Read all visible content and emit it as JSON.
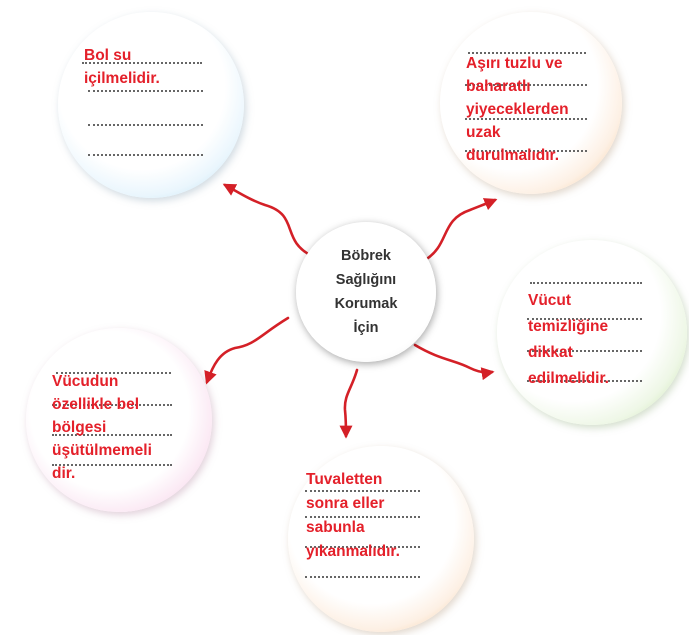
{
  "center": {
    "lines": [
      "Böbrek",
      "Sağlığını",
      "Korumak",
      "İçin"
    ]
  },
  "nodes": {
    "top_left": {
      "lines": [
        "Bol su",
        "içilmelidir."
      ]
    },
    "top_right": {
      "lines": [
        "Aşırı tuzlu ve",
        "baharatlı",
        "yiyeceklerden",
        "uzak",
        "durulmalıdır."
      ]
    },
    "right": {
      "lines": [
        "Vücut",
        "temizliğine",
        "dikkat",
        "edilmelidir."
      ]
    },
    "bottom_left": {
      "lines": [
        "Vücudun",
        "özellikle bel",
        "bölgesi",
        "üşütülmemeli",
        "dir."
      ]
    },
    "bottom": {
      "lines": [
        "Tuvaletten",
        "sonra eller",
        "sabunla",
        "yıkanmalıdır."
      ]
    }
  },
  "colors": {
    "answer_text": "#e4202a",
    "arrow": "#d42027",
    "center_text": "#333333"
  }
}
